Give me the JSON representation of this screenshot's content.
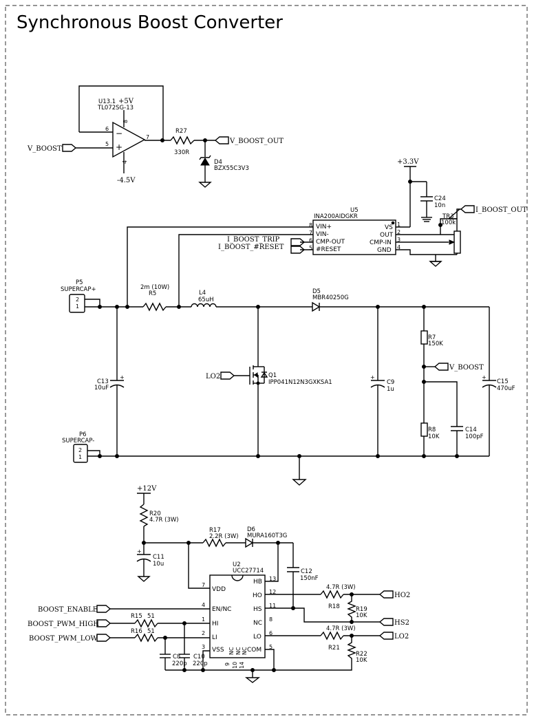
{
  "title": "Synchronous Boost Converter",
  "power": {
    "plus5": "+5V",
    "minus4v5": "-4.5V",
    "plus3v3": "+3.3V",
    "plus12": "+12V"
  },
  "labels": {
    "v_boost": "V_BOOST",
    "v_boost_out": "V_BOOST_OUT",
    "i_boost_out": "I_BOOST_OUT",
    "i_boost_trip": "I_BOOST_TRIP",
    "i_boost_reset": "I_BOOST_#RESET",
    "lo2": "LO2",
    "ho2": "HO2",
    "hs2": "HS2",
    "boost_enable": "BOOST_ENABLE",
    "boost_pwm_high": "BOOST_PWM_HIGH",
    "boost_pwm_low": "BOOST_PWM_LOW"
  },
  "components": {
    "u13": {
      "ref": "U13.1",
      "value": "TL072SG-13",
      "pins": [
        "6",
        "5",
        "7",
        "8",
        "4"
      ]
    },
    "r27": {
      "ref": "R27",
      "value": "330R"
    },
    "d4": {
      "ref": "D4",
      "value": "BZX55C3V3"
    },
    "u5": {
      "ref": "U5",
      "value": "INA200AIDGKR",
      "pins_left": [
        "VIN+",
        "VIN-",
        "CMP-OUT",
        "#RESET"
      ],
      "nums_left": [
        "8",
        "7",
        "6",
        "5"
      ],
      "pins_right": [
        "VS",
        "OUT",
        "CMP-IN",
        "GND"
      ],
      "nums_right": [
        "1",
        "2",
        "3",
        "4"
      ]
    },
    "c24": {
      "ref": "C24",
      "value": "10n"
    },
    "tr3": {
      "ref": "TR3",
      "value": "100k"
    },
    "p5": {
      "ref": "P5",
      "value": "SUPERCAP+",
      "pins": [
        "2",
        "1"
      ]
    },
    "p6": {
      "ref": "P6",
      "value": "SUPERCAP-",
      "pins": [
        "2",
        "1"
      ]
    },
    "r5": {
      "ref": "R5",
      "value": "2m (10W)"
    },
    "l4": {
      "ref": "L4",
      "value": "65uH"
    },
    "d5": {
      "ref": "D5",
      "value": "MBR40250G"
    },
    "q1": {
      "ref": "Q1",
      "value": "IPP041N12N3GXKSA1"
    },
    "c13": {
      "ref": "C13",
      "value": "10uF"
    },
    "c9": {
      "ref": "C9",
      "value": "1u"
    },
    "r7": {
      "ref": "R7",
      "value": "150K"
    },
    "r8": {
      "ref": "R8",
      "value": "10K"
    },
    "c14": {
      "ref": "C14",
      "value": "100pF"
    },
    "c15": {
      "ref": "C15",
      "value": "470uF"
    },
    "r20": {
      "ref": "R20",
      "value": "4.7R (3W)"
    },
    "c11": {
      "ref": "C11",
      "value": "10u"
    },
    "r17": {
      "ref": "R17",
      "value": "2.2R (3W)"
    },
    "d6": {
      "ref": "D6",
      "value": "MURA160T3G"
    },
    "u2": {
      "ref": "U2",
      "value": "UCC27714",
      "pins_left": [
        "VDD",
        "EN/NC",
        "HI",
        "LI",
        "VSS"
      ],
      "nums_left": [
        "7",
        "4",
        "1",
        "2",
        "3"
      ],
      "pins_right": [
        "HB",
        "HO",
        "HS",
        "NC",
        "LO",
        "COM"
      ],
      "nums_right": [
        "13",
        "12",
        "11",
        "8",
        "6",
        "5"
      ],
      "pins_bottom": [
        "NC",
        "NC",
        "NC"
      ],
      "nums_bottom": [
        "9",
        "10",
        "14"
      ]
    },
    "c12": {
      "ref": "C12",
      "value": "150nF"
    },
    "r18": {
      "ref": "R18",
      "value": "4.7R (3W)"
    },
    "r19": {
      "ref": "R19",
      "value": "10K"
    },
    "r21": {
      "ref": "R21",
      "value": "4.7R (3W)"
    },
    "r22": {
      "ref": "R22",
      "value": "10K"
    },
    "r15": {
      "ref": "R15",
      "value": "51"
    },
    "r16": {
      "ref": "R16",
      "value": "51"
    },
    "c8": {
      "ref": "C8",
      "value": "220p"
    },
    "c10": {
      "ref": "C10",
      "value": "220p"
    }
  }
}
